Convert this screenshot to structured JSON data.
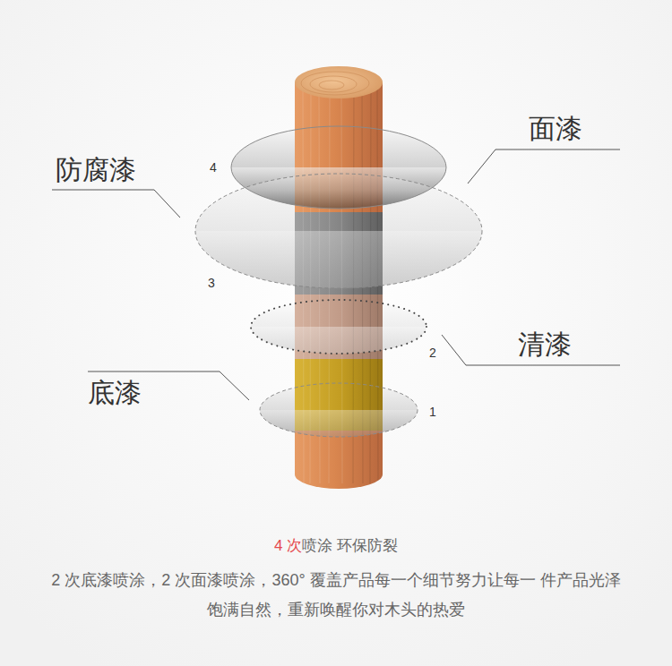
{
  "diagram": {
    "caption": "2 次底漆喷涂，2 次面漆喷涂，360° 覆盖产品每一个细节努力让每一 件产品光泽饱满自然，重新唤醒你对木头的热爱",
    "labels": [
      "防腐漆",
      "面漆",
      "清漆",
      "底漆",
      "4",
      "3",
      "2",
      "1",
      "4 次",
      "喷涂 环保防裂"
    ]
  }
}
